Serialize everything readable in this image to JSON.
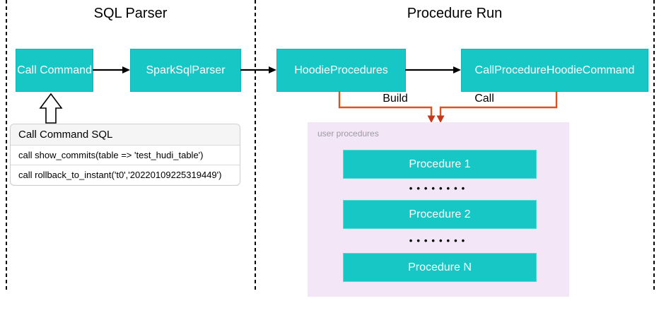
{
  "sections": {
    "sql_parser": {
      "title": "SQL Parser"
    },
    "procedure_run": {
      "title": "Procedure Run"
    }
  },
  "nodes": {
    "call_command": "Call Command",
    "spark_sql_parser": "SparkSqlParser",
    "hoodie_procedures": "HoodieProcedures",
    "call_procedure_hoodie_command": "CallProcedureHoodieCommand"
  },
  "edges": {
    "build_label": "Build",
    "call_label": "Call"
  },
  "sql_box": {
    "title": "Call Command SQL",
    "rows": [
      "call show_commits(table => 'test_hudi_table')",
      "call rollback_to_instant('t0','20220109225319449')"
    ]
  },
  "user_procedures": {
    "label": "user procedures",
    "items": [
      "Procedure 1",
      "Procedure 2",
      "Procedure N"
    ],
    "dots": "••••••••"
  },
  "colors": {
    "node_fill": "#17c7c5",
    "node_text": "#ffffff",
    "connector_orange": "#d9541e",
    "arrowhead_red": "#c4391b",
    "user_procedures_bg": "#f3e6f7",
    "user_procedures_label": "#9c9aa0",
    "dashed_border": "#000000",
    "sql_box_border": "#cfcfcf",
    "sql_box_header_bg": "#f5f5f5"
  }
}
